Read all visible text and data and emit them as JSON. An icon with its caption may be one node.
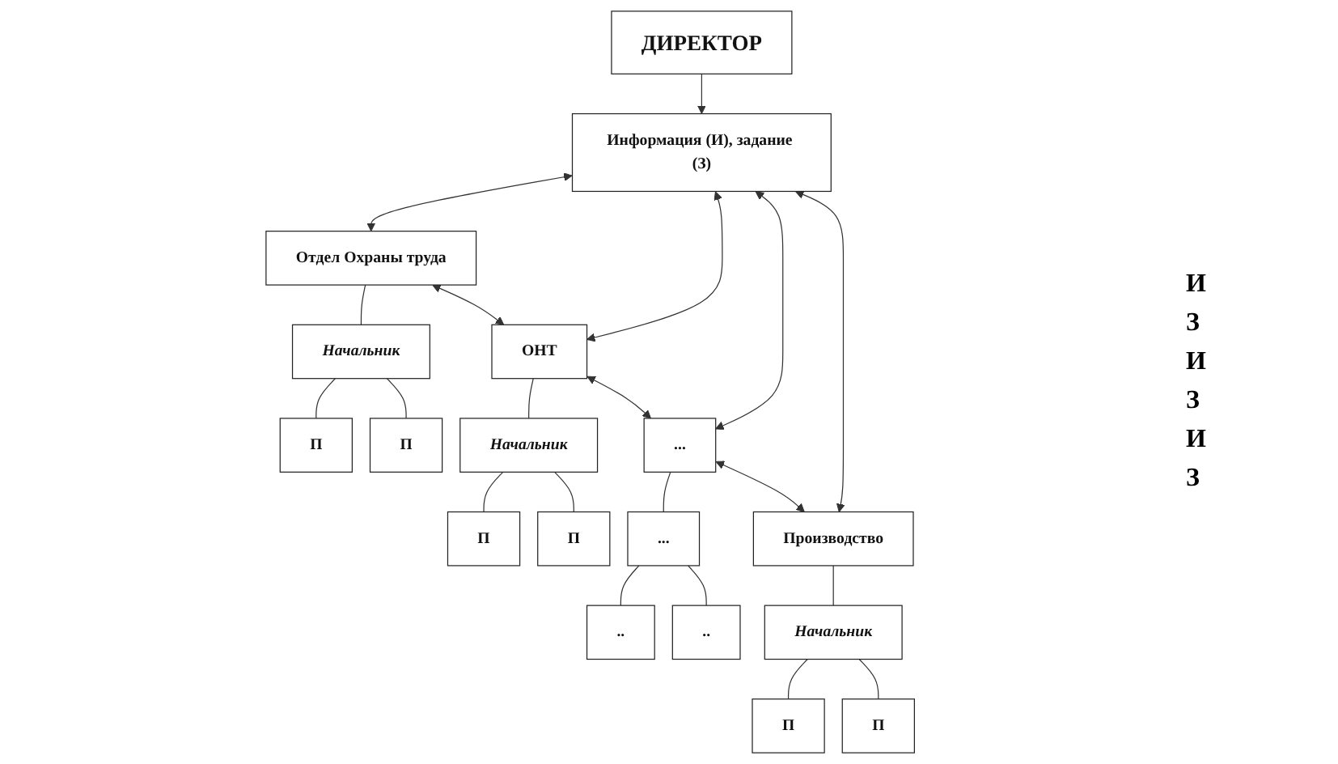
{
  "diagram": {
    "nodes": [
      {
        "text": [
          "ДИРЕКТОР"
        ]
      },
      {
        "text": [
          "Информация (И), задание (З)"
        ]
      },
      {
        "text": [
          "Отдел Охраны труда"
        ]
      },
      {
        "text": [
          "Начальник"
        ]
      },
      {
        "text": [
          "П"
        ]
      },
      {
        "text": [
          "П"
        ]
      },
      {
        "text": [
          "ОНТ"
        ]
      },
      {
        "text": [
          "Начальник"
        ]
      },
      {
        "text": [
          "П"
        ]
      },
      {
        "text": [
          "П"
        ]
      },
      {
        "text": [
          "..."
        ]
      },
      {
        "text": [
          "..."
        ]
      },
      {
        "text": [
          ".."
        ]
      },
      {
        "text": [
          ".."
        ]
      },
      {
        "text": [
          "Производство"
        ]
      },
      {
        "text": [
          "Начальник"
        ]
      },
      {
        "text": [
          "П"
        ]
      },
      {
        "text": [
          "П"
        ]
      }
    ],
    "edges": [
      {
        "from": 0,
        "to": 1,
        "arrow": "to"
      },
      {
        "from": 1,
        "to": 2,
        "arrow": "both"
      },
      {
        "from": 1,
        "to": 6,
        "arrow": "both"
      },
      {
        "from": 1,
        "to": 10,
        "arrow": "both"
      },
      {
        "from": 1,
        "to": 14,
        "arrow": "both"
      },
      {
        "from": 2,
        "to": 6,
        "arrow": "both"
      },
      {
        "from": 6,
        "to": 10,
        "arrow": "both"
      },
      {
        "from": 10,
        "to": 14,
        "arrow": "both"
      },
      {
        "from": 2,
        "to": 3,
        "arrow": "none"
      },
      {
        "from": 3,
        "to": 4,
        "arrow": "none"
      },
      {
        "from": 3,
        "to": 5,
        "arrow": "none"
      },
      {
        "from": 6,
        "to": 7,
        "arrow": "none"
      },
      {
        "from": 7,
        "to": 8,
        "arrow": "none"
      },
      {
        "from": 7,
        "to": 9,
        "arrow": "none"
      },
      {
        "from": 10,
        "to": 11,
        "arrow": "none"
      },
      {
        "from": 11,
        "to": 12,
        "arrow": "none"
      },
      {
        "from": 11,
        "to": 13,
        "arrow": "none"
      },
      {
        "from": 14,
        "to": 15,
        "arrow": "none"
      },
      {
        "from": 15,
        "to": 16,
        "arrow": "none"
      },
      {
        "from": 15,
        "to": 17,
        "arrow": "none"
      }
    ],
    "labels": [
      "И",
      "З",
      "И",
      "З",
      "И",
      "З"
    ]
  }
}
